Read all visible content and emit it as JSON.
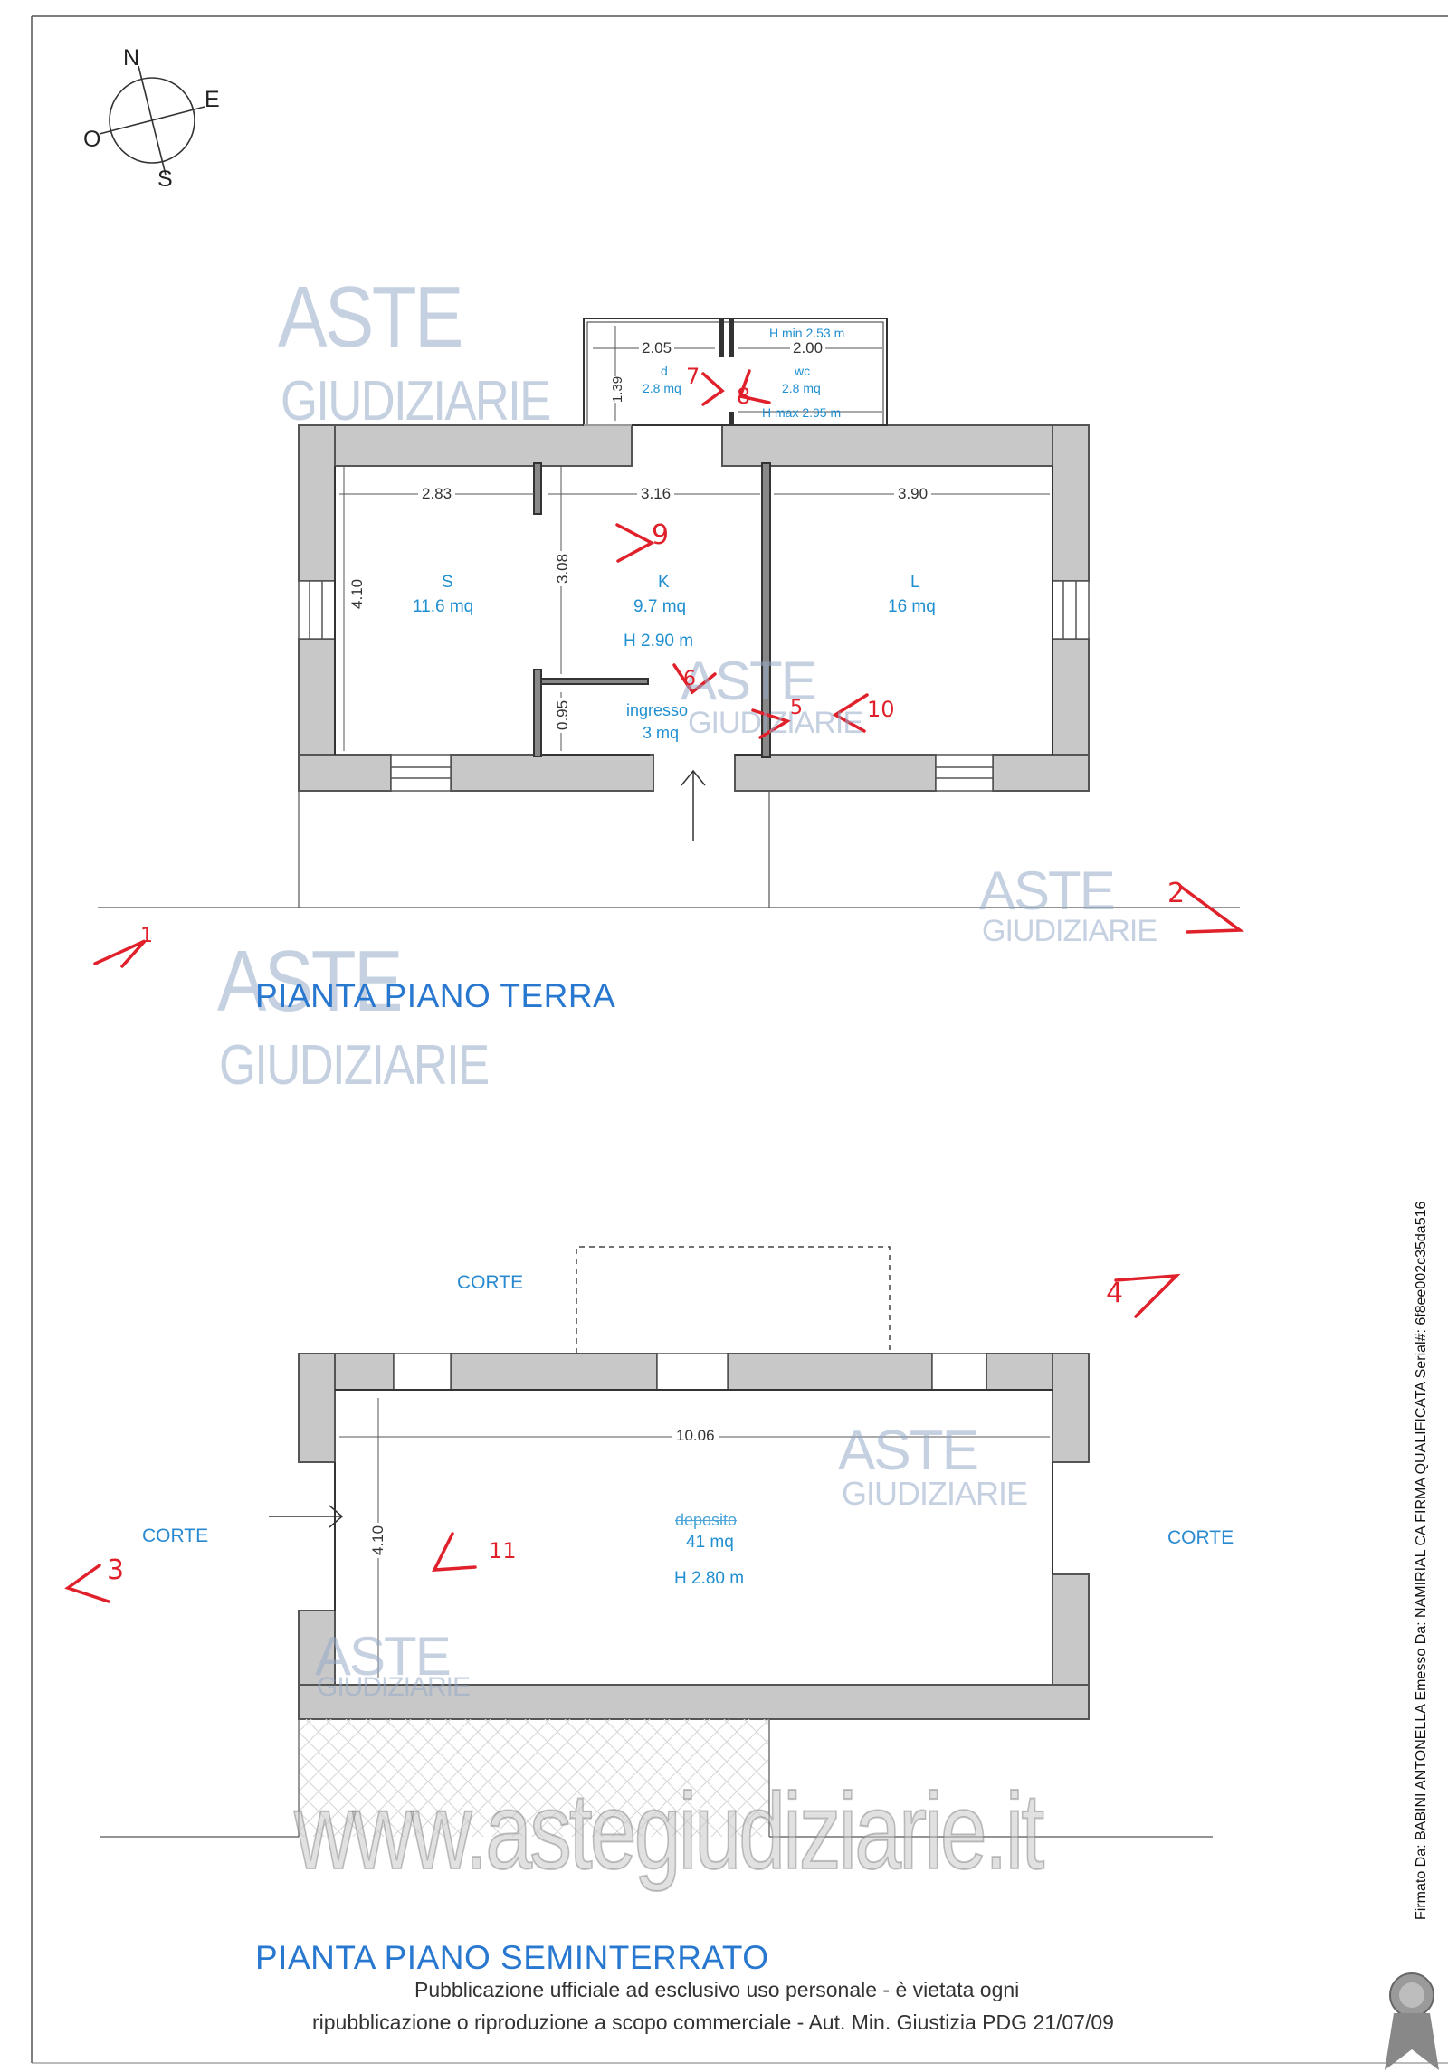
{
  "compass": {
    "n": "N",
    "e": "E",
    "s": "S",
    "o": "O"
  },
  "ground_floor": {
    "title": "PIANTA PIANO TERRA",
    "rooms": {
      "s": {
        "name": "S",
        "area": "11.6 mq"
      },
      "k": {
        "name": "K",
        "area": "9.7 mq",
        "height": "H 2.90 m"
      },
      "l": {
        "name": "L",
        "area": "16 mq"
      },
      "d": {
        "name": "d",
        "area": "2.8 mq"
      },
      "wc": {
        "name": "wc",
        "area": "2.8 mq",
        "hmin": "H min 2.53 m",
        "hmax": "H max 2.95 m"
      },
      "ingresso": {
        "name": "ingresso",
        "area": "3 mq"
      }
    },
    "dims": {
      "d_width": "2.05",
      "wc_width": "2.00",
      "d_height": "1.39",
      "s_width": "2.83",
      "k_width": "3.16",
      "l_width": "3.90",
      "s_height": "4.10",
      "k_height": "3.08",
      "ingresso_height": "0.95"
    }
  },
  "basement": {
    "title": "PIANTA PIANO SEMINTERRATO",
    "room": {
      "name": "deposito",
      "area": "41 mq",
      "height": "H 2.80 m"
    },
    "dims": {
      "width": "10.06",
      "height": "4.10"
    },
    "corte_top": "CORTE",
    "corte_left": "CORTE",
    "corte_right": "CORTE"
  },
  "markers": {
    "m1": "1",
    "m2": "2",
    "m3": "3",
    "m4": "4",
    "m5": "5",
    "m6": "6",
    "m7": "7",
    "m8": "8",
    "m9": "9",
    "m10": "10",
    "m11": "11"
  },
  "watermark": {
    "line1": "ASTE",
    "line2": "GIUDIZIARIE",
    "site": "www.astegiudiziarie.it"
  },
  "disclaimer": {
    "line1": "Pubblicazione ufficiale ad esclusivo uso personale - è vietata ogni",
    "line2": "ripubblicazione o riproduzione a scopo commerciale - Aut. Min. Giustizia PDG 21/07/09"
  },
  "signature": "Firmato Da: BABINI ANTONELLA Emesso Da: NAMIRIAL CA FIRMA QUALIFICATA Serial#: 6f8ee002c35da516"
}
